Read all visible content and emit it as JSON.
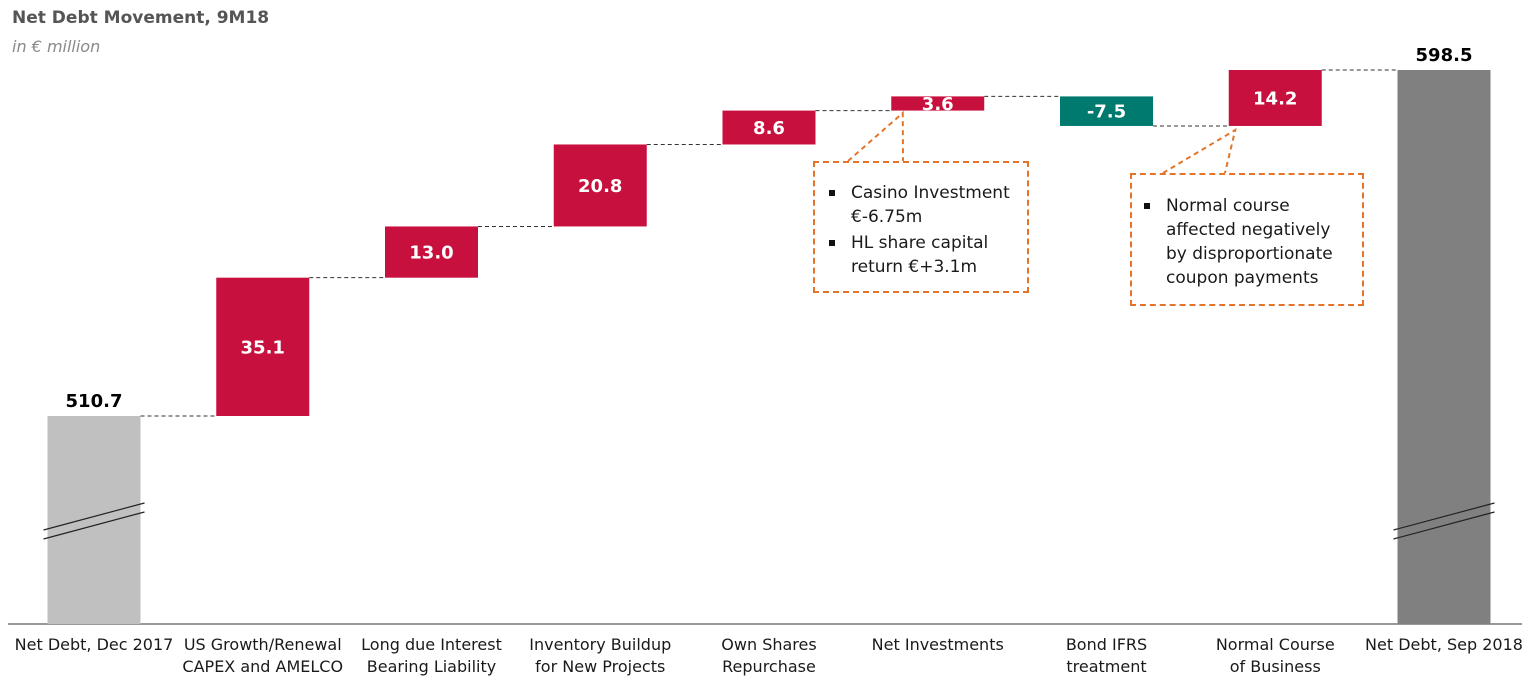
{
  "title": "Net Debt Movement, 9M18",
  "subtitle": "in € million",
  "chart_data": {
    "type": "bar",
    "variant": "waterfall",
    "categories": [
      [
        "Net Debt, Dec 2017"
      ],
      [
        "US Growth/Renewal",
        "CAPEX and AMELCO"
      ],
      [
        "Long due Interest",
        "Bearing Liability"
      ],
      [
        "Inventory Buildup",
        "for New Projects"
      ],
      [
        "Own Shares",
        "Repurchase"
      ],
      [
        "Net Investments"
      ],
      [
        "Bond IFRS",
        "treatment"
      ],
      [
        "Normal Course",
        "of Business"
      ],
      [
        "Net Debt, Sep 2018"
      ]
    ],
    "values": [
      510.7,
      35.1,
      13.0,
      20.8,
      8.6,
      3.6,
      -7.5,
      14.2,
      598.5
    ],
    "labels": [
      "510.7",
      "35.1",
      "13.0",
      "20.8",
      "8.6",
      "3.6",
      "-7.5",
      "14.2",
      "598.5"
    ],
    "kinds": [
      "total",
      "delta",
      "delta",
      "delta",
      "delta",
      "delta",
      "delta",
      "delta",
      "total"
    ],
    "axis_break": true,
    "grid": false,
    "colors": {
      "total_start": "#c0c0c0",
      "total_end": "#808080",
      "increase": "#c8103e",
      "decrease": "#007a6e",
      "connector": "#333333",
      "callout_border": "#e4742a"
    }
  },
  "callouts": [
    {
      "target": "Net Investments",
      "items": [
        "Casino Investment €-6.75m",
        "HL share capital return €+3.1m"
      ]
    },
    {
      "target": "Normal Course of Business",
      "items": [
        "Normal course affected negatively by disproportionate coupon payments"
      ]
    }
  ]
}
